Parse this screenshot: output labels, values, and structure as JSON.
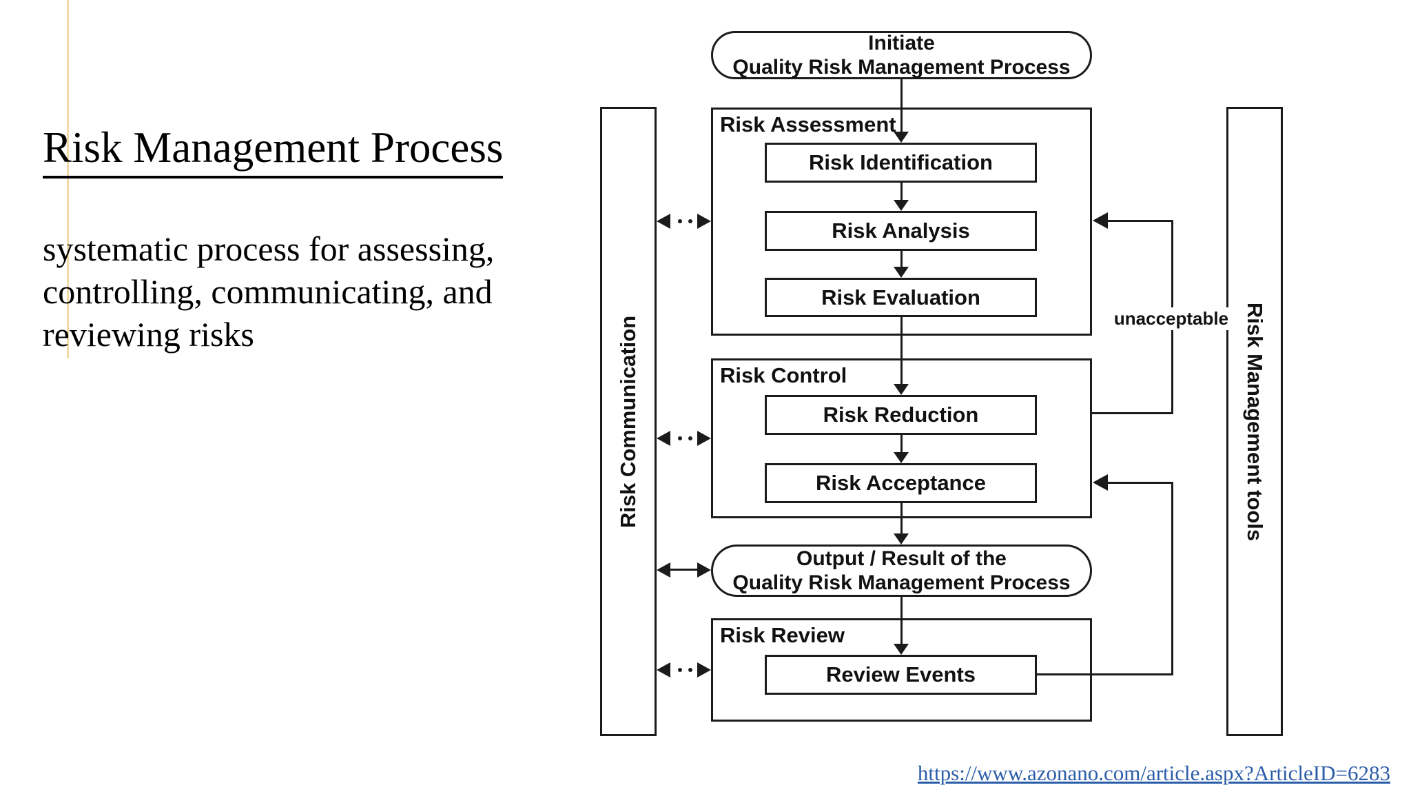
{
  "slide": {
    "title": "Risk Management Process",
    "body_lines": [
      "systematic process for assessing,",
      "controlling, communicating, and",
      "reviewing risks"
    ],
    "link": "https://www.azonano.com/article.aspx?ArticleID=6283"
  },
  "diagram": {
    "initiate": {
      "line1": "Initiate",
      "line2": "Quality Risk Management Process"
    },
    "sections": {
      "assessment": {
        "label": "Risk Assessment",
        "steps": [
          "Risk Identification",
          "Risk Analysis",
          "Risk Evaluation"
        ]
      },
      "control": {
        "label": "Risk Control",
        "steps": [
          "Risk Reduction",
          "Risk Acceptance"
        ]
      },
      "review": {
        "label": "Risk Review",
        "steps": [
          "Review Events"
        ]
      }
    },
    "output": {
      "line1": "Output / Result of the",
      "line2": "Quality Risk Management Process"
    },
    "left_bar": "Risk Communication",
    "right_bar": "Risk Management tools",
    "feedback_label": "unacceptable"
  },
  "colors": {
    "stroke": "#1b1b1b",
    "link_blue": "#2a5ca8",
    "accent_line": "#f2d9a6"
  }
}
